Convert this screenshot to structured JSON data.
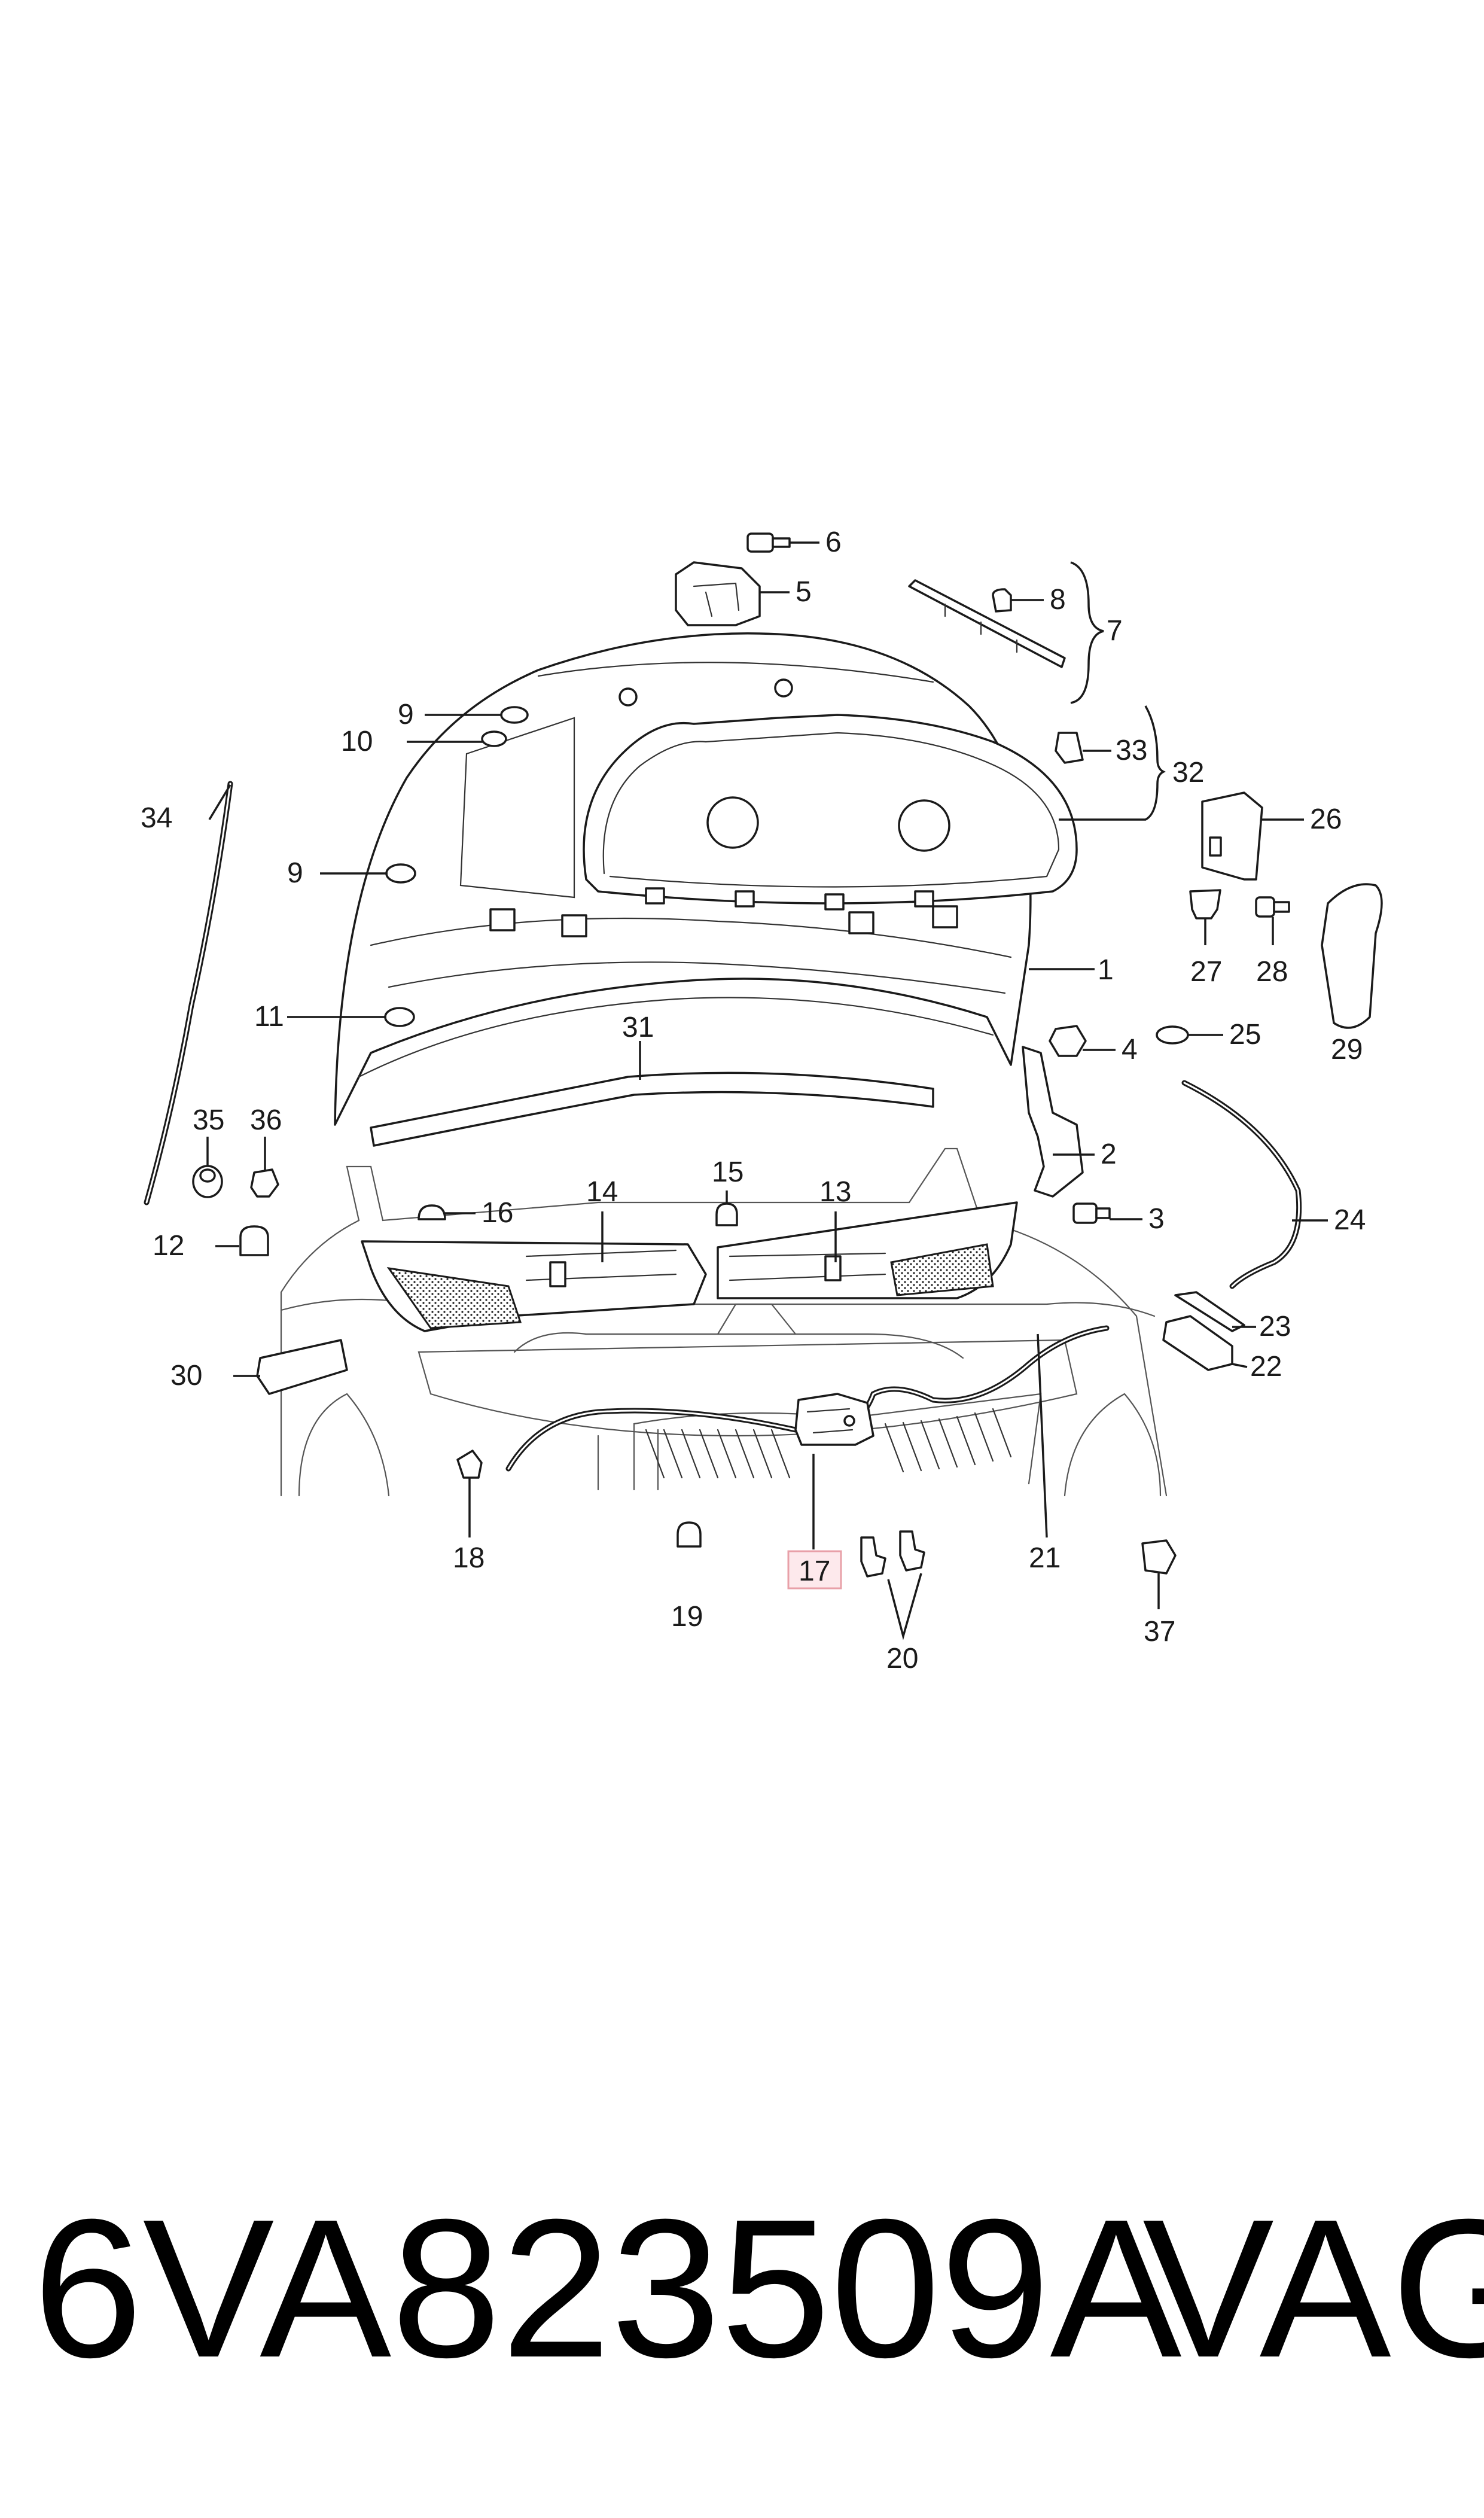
{
  "callouts": [
    "1",
    "2",
    "3",
    "4",
    "5",
    "6",
    "7",
    "8",
    "9",
    "9",
    "10",
    "11",
    "12",
    "13",
    "14",
    "15",
    "16",
    "17",
    "18",
    "19",
    "20",
    "21",
    "22",
    "23",
    "24",
    "25",
    "26",
    "27",
    "28",
    "29",
    "30",
    "31",
    "32",
    "33",
    "34",
    "35",
    "36",
    "37"
  ],
  "highlighted_callout": "17",
  "highlight_color": "#e8a0a8",
  "footer": {
    "part_number": "6VA823509A",
    "brand": "VAG"
  }
}
